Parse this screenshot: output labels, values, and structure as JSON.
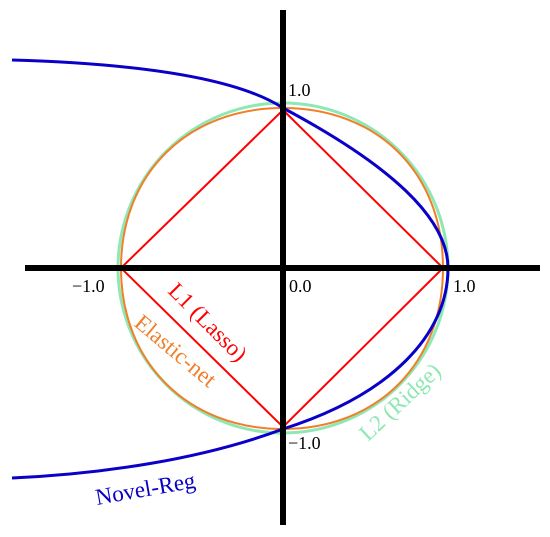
{
  "tick_labels": {
    "x_neg": "−1.0",
    "origin": "0.0",
    "x_pos": "1.0",
    "y_pos": "1.0",
    "y_neg": "−1.0"
  },
  "curves": {
    "l1": {
      "label": "L1 (Lasso)",
      "color": "#ff0000"
    },
    "elastic": {
      "label": "Elastic-net",
      "color": "#f07f2a"
    },
    "l2": {
      "label": "L2 (Ridge)",
      "color": "#8fe8b4"
    },
    "novel": {
      "label": "Novel-Reg",
      "color": "#0a00c8"
    }
  },
  "axis_color": "#000000"
}
